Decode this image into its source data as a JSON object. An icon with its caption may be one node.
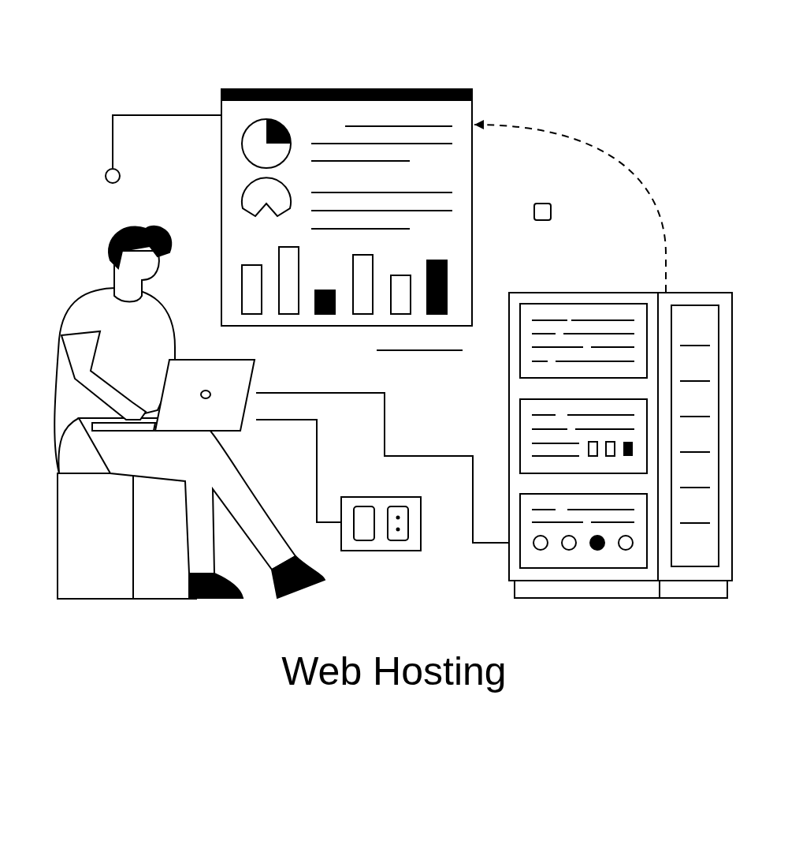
{
  "diagram": {
    "title": "Web Hosting",
    "nodes": [
      {
        "text": [],
        "shape": "picture"
      },
      {
        "text": [],
        "shape": "picture"
      },
      {
        "text": [],
        "shape": "picture"
      },
      {
        "text": [],
        "shape": "picture"
      },
      {
        "text": [],
        "shape": "circle"
      }
    ],
    "edges": [
      {
        "from": 4,
        "to": 0,
        "arrow": "none"
      },
      {
        "from": 1,
        "to": 3,
        "arrow": "none"
      },
      {
        "from": 1,
        "to": 2,
        "arrow": "none"
      },
      {
        "from": 3,
        "to": 0,
        "arrow": "to",
        "style": "dashed"
      }
    ]
  }
}
